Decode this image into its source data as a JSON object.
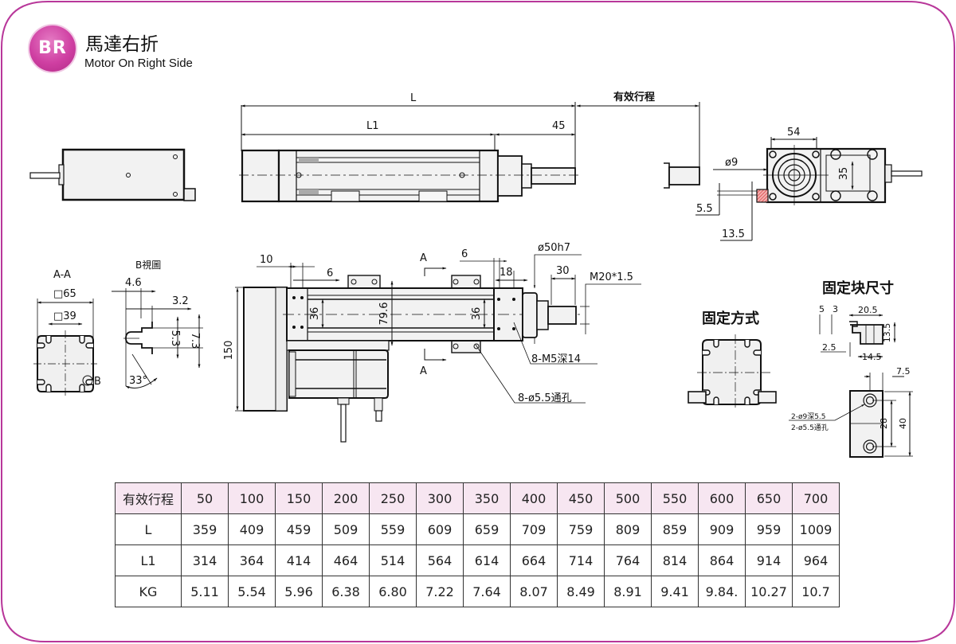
{
  "header": {
    "badge": "BR",
    "title_cn": "馬達右折",
    "title_en": "Motor On Right Side"
  },
  "colors": {
    "frame_border": "#b8379a",
    "badge": "#cf3fa2",
    "table_header_bg": "#f7e6f1",
    "part_fill": "#f2f2f2",
    "hatch_red": "#d63a3a"
  },
  "drawing": {
    "top_view": {
      "dim_L": "L",
      "dim_L1": "L1",
      "dim_45": "45",
      "stroke_label": "有效行程"
    },
    "end_view": {
      "dim_54": "54",
      "dim_phi9": "ø9",
      "dim_35": "35",
      "dim_5_5": "5.5",
      "dim_13_5": "13.5"
    },
    "section_aa": {
      "title": "A-A",
      "dim_65": "□65",
      "dim_39": "□39",
      "b_marker": "B"
    },
    "view_b": {
      "title": "B視圖",
      "dim_4_6": "4.6",
      "dim_3_2": "3.2",
      "dim_5_3": "5.3",
      "dim_7_3": "7.3",
      "dim_33": "33°"
    },
    "front_view": {
      "dim_10": "10",
      "dim_6a": "6",
      "dim_6b": "6",
      "dim_18": "18",
      "dim_36a": "36",
      "dim_36b": "36",
      "dim_79_6": "79.6",
      "dim_150": "150",
      "dim_phi50h7": "ø50h7",
      "dim_30": "30",
      "thread": "M20*1.5",
      "section_a_top": "A",
      "section_a_bottom": "A",
      "note_m5": "8-M5深14",
      "note_phi5_5": "8-ø5.5通孔"
    },
    "mounting": {
      "title": "固定方式"
    },
    "block": {
      "title": "固定块尺寸",
      "dim_5": "5",
      "dim_3": "3",
      "dim_20_5": "20.5",
      "dim_13_5": "13.5",
      "dim_2_5": "2.5",
      "dim_14_5": "14.5",
      "dim_7_5": "7.5",
      "dim_28": "28",
      "dim_40": "40",
      "note_1": "2-ø9深5.5",
      "note_2": "2-ø5.5通孔"
    }
  },
  "spec_table": {
    "header_label": "有效行程",
    "strokes": [
      "50",
      "100",
      "150",
      "200",
      "250",
      "300",
      "350",
      "400",
      "450",
      "500",
      "550",
      "600",
      "650",
      "700"
    ],
    "rows": [
      {
        "label": "L",
        "values": [
          "359",
          "409",
          "459",
          "509",
          "559",
          "609",
          "659",
          "709",
          "759",
          "809",
          "859",
          "909",
          "959",
          "1009"
        ]
      },
      {
        "label": "L1",
        "values": [
          "314",
          "364",
          "414",
          "464",
          "514",
          "564",
          "614",
          "664",
          "714",
          "764",
          "814",
          "864",
          "914",
          "964"
        ]
      },
      {
        "label": "KG",
        "values": [
          "5.11",
          "5.54",
          "5.96",
          "6.38",
          "6.80",
          "7.22",
          "7.64",
          "8.07",
          "8.49",
          "8.91",
          "9.41",
          "9.84.",
          "10.27",
          "10.7"
        ]
      }
    ]
  }
}
